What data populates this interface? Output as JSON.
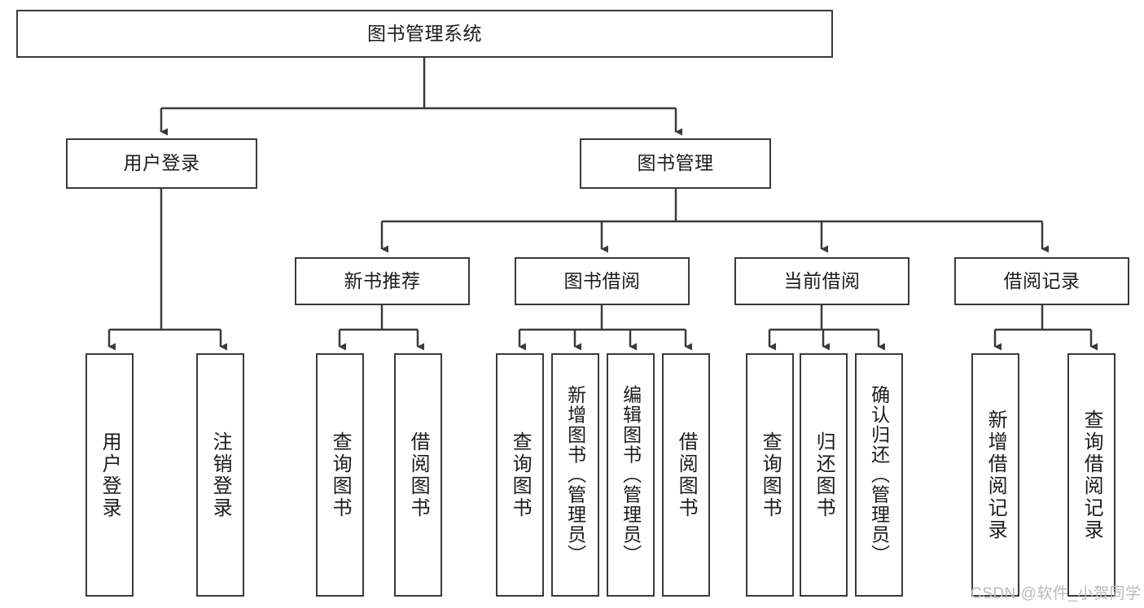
{
  "diagram": {
    "title_node": {
      "label": "图书管理系统"
    },
    "level2": [
      {
        "label": "用户登录"
      },
      {
        "label": "图书管理"
      }
    ],
    "level3": [
      {
        "label": "新书推荐"
      },
      {
        "label": "图书借阅"
      },
      {
        "label": "当前借阅"
      },
      {
        "label": "借阅记录"
      }
    ],
    "leaves": [
      {
        "label": "用户登录"
      },
      {
        "label": "注销登录"
      },
      {
        "label": "查询图书"
      },
      {
        "label": "借阅图书"
      },
      {
        "label": "查询图书"
      },
      {
        "label": "新增图书（管理员）"
      },
      {
        "label": "编辑图书（管理员）"
      },
      {
        "label": "借阅图书"
      },
      {
        "label": "查询图书"
      },
      {
        "label": "归还图书"
      },
      {
        "label": "确认归还（管理员）"
      },
      {
        "label": "新增借阅记录"
      },
      {
        "label": "查询借阅记录"
      }
    ],
    "watermark": "CSDN @软件_小贺同学",
    "colors": {
      "stroke": "#3a3a3a",
      "text": "#1c1c1c",
      "background": "#ffffff",
      "watermark": "#b9b9b9"
    }
  }
}
